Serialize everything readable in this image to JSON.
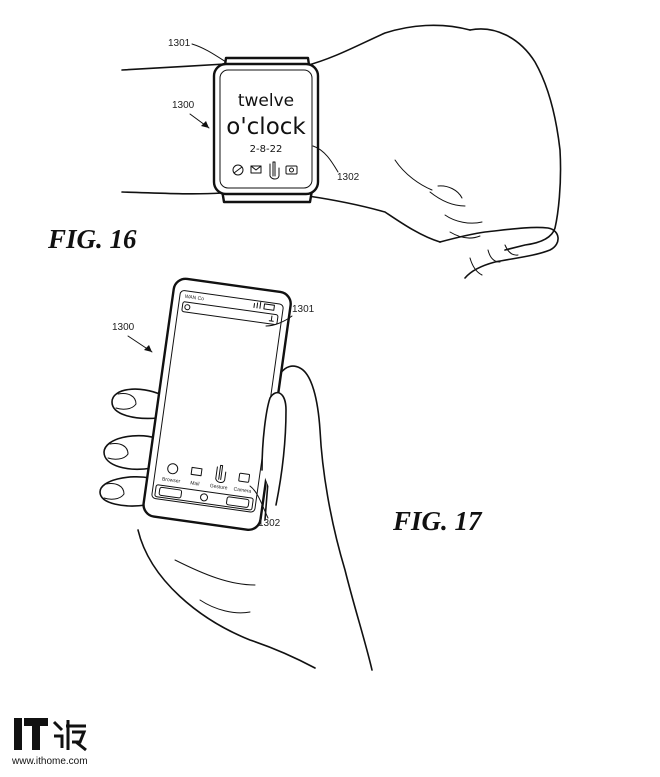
{
  "fig16": {
    "label": "FIG. 16",
    "refs": {
      "band": "1301",
      "device": "1300",
      "display": "1302"
    },
    "screen": {
      "line1": "twelve",
      "line2": "o'clock",
      "date": "2-8-22"
    },
    "icons": [
      "browser-icon",
      "mail-icon",
      "gesture-icon",
      "camera-icon"
    ]
  },
  "fig17": {
    "label": "FIG. 17",
    "refs": {
      "band": "1301",
      "device": "1300",
      "display": "1302"
    },
    "status": {
      "carrier": "WAN Co"
    },
    "apps": [
      "Browser",
      "Mail",
      "Gesture",
      "Camera"
    ]
  },
  "watermark": {
    "logo_text": "IT之家",
    "url": "www.ithome.com"
  },
  "colors": {
    "ink": "#111111",
    "paper": "#ffffff"
  }
}
